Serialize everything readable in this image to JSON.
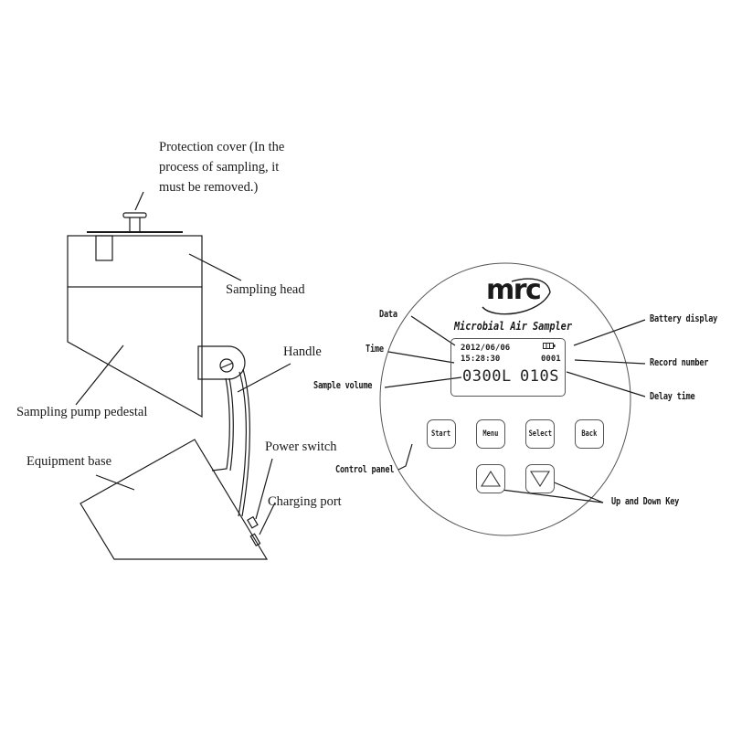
{
  "left_diagram": {
    "labels": {
      "protection_cover": [
        "Protection cover (In the",
        "process of sampling, it",
        "must be removed.)"
      ],
      "sampling_head": "Sampling head",
      "handle": "Handle",
      "sampling_pump_pedestal": "Sampling pump pedestal",
      "power_switch": "Power switch",
      "equipment_base": "Equipment base",
      "charging_port": "Charging port"
    }
  },
  "control_panel": {
    "brand": "mrc",
    "title": "Microbial Air Sampler",
    "display": {
      "date": "2012/06/06",
      "time": "15:28:30",
      "battery_icon": "battery-icon",
      "record_number": "0001",
      "sample_volume": "0300L",
      "delay_time": "010S"
    },
    "buttons": [
      "Start",
      "Menu",
      "Select",
      "Back"
    ],
    "arrow_keys": [
      "up-arrow-icon",
      "down-arrow-icon"
    ],
    "labels": {
      "data": "Data",
      "time": "Time",
      "sample_volume": "Sample volume",
      "battery_display": "Battery display",
      "record_number": "Record number",
      "delay_time": "Delay time",
      "control_panel": "Control panel",
      "up_down_key": "Up and Down Key"
    }
  }
}
